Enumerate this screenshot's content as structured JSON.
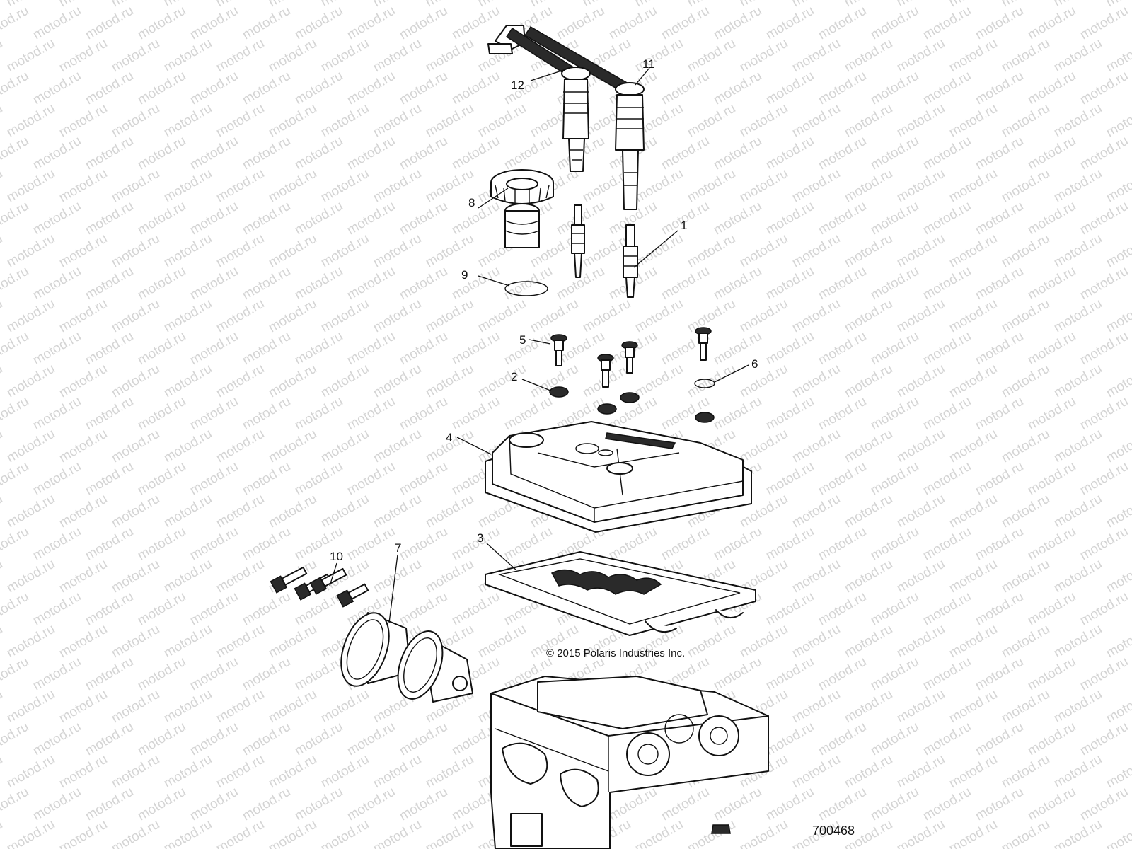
{
  "watermark": "motod.ru",
  "copyright": "© 2015 Polaris Industries Inc.",
  "reference_number": "700468",
  "callouts": [
    {
      "id": "1",
      "label": "1"
    },
    {
      "id": "2",
      "label": "2"
    },
    {
      "id": "3",
      "label": "3"
    },
    {
      "id": "4",
      "label": "4"
    },
    {
      "id": "5",
      "label": "5"
    },
    {
      "id": "6",
      "label": "6"
    },
    {
      "id": "7",
      "label": "7"
    },
    {
      "id": "8",
      "label": "8"
    },
    {
      "id": "9",
      "label": "9"
    },
    {
      "id": "10",
      "label": "10"
    },
    {
      "id": "11",
      "label": "11"
    },
    {
      "id": "12",
      "label": "12"
    }
  ]
}
